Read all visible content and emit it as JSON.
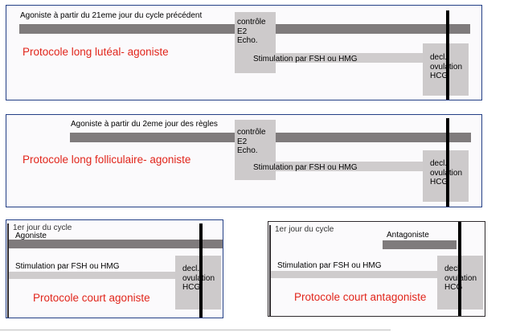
{
  "colors": {
    "dark_bar": "#7f7b7c",
    "light_bar": "#cfcccd",
    "box": "#cdcacb",
    "vertical_line": "#000000",
    "title_red": "#e1251b",
    "frame_blue": "#233f86",
    "frame_dark": "#2f2b2e"
  },
  "panels": {
    "long_luteal": {
      "agonist_note": "Agoniste à partir du 21eme jour du cycle précédent",
      "control_box": [
        "contrôle",
        "E2",
        "Echo."
      ],
      "stimulation": "Stimulation par FSH ou HMG",
      "trigger_box": [
        "decl.",
        "ovulation",
        "HCG"
      ],
      "title": "Protocole long lutéal- agoniste"
    },
    "long_follicular": {
      "agonist_note": "Agoniste à partir du 2eme jour des règles",
      "control_box": [
        "contrôle",
        "E2",
        "Echo."
      ],
      "stimulation": "Stimulation par FSH ou HMG",
      "trigger_box": [
        "decl.",
        "ovulation",
        "HCG"
      ],
      "title": "Protocole long folliculaire- agoniste"
    },
    "short_agonist": {
      "cycle_day": "1er jour du cycle",
      "agonist_label": "Agoniste",
      "stimulation": "Stimulation par FSH ou HMG",
      "trigger_box": [
        "decl.",
        "ovulation",
        "HCG"
      ],
      "title": "Protocole court agoniste"
    },
    "short_antagonist": {
      "cycle_day": "1er jour du cycle",
      "antagonist_label": "Antagoniste",
      "stimulation": "Stimulation par FSH ou HMG",
      "trigger_box": [
        "decl.",
        "ovulation",
        "HCG"
      ],
      "title": "Protocole court antagoniste"
    }
  }
}
